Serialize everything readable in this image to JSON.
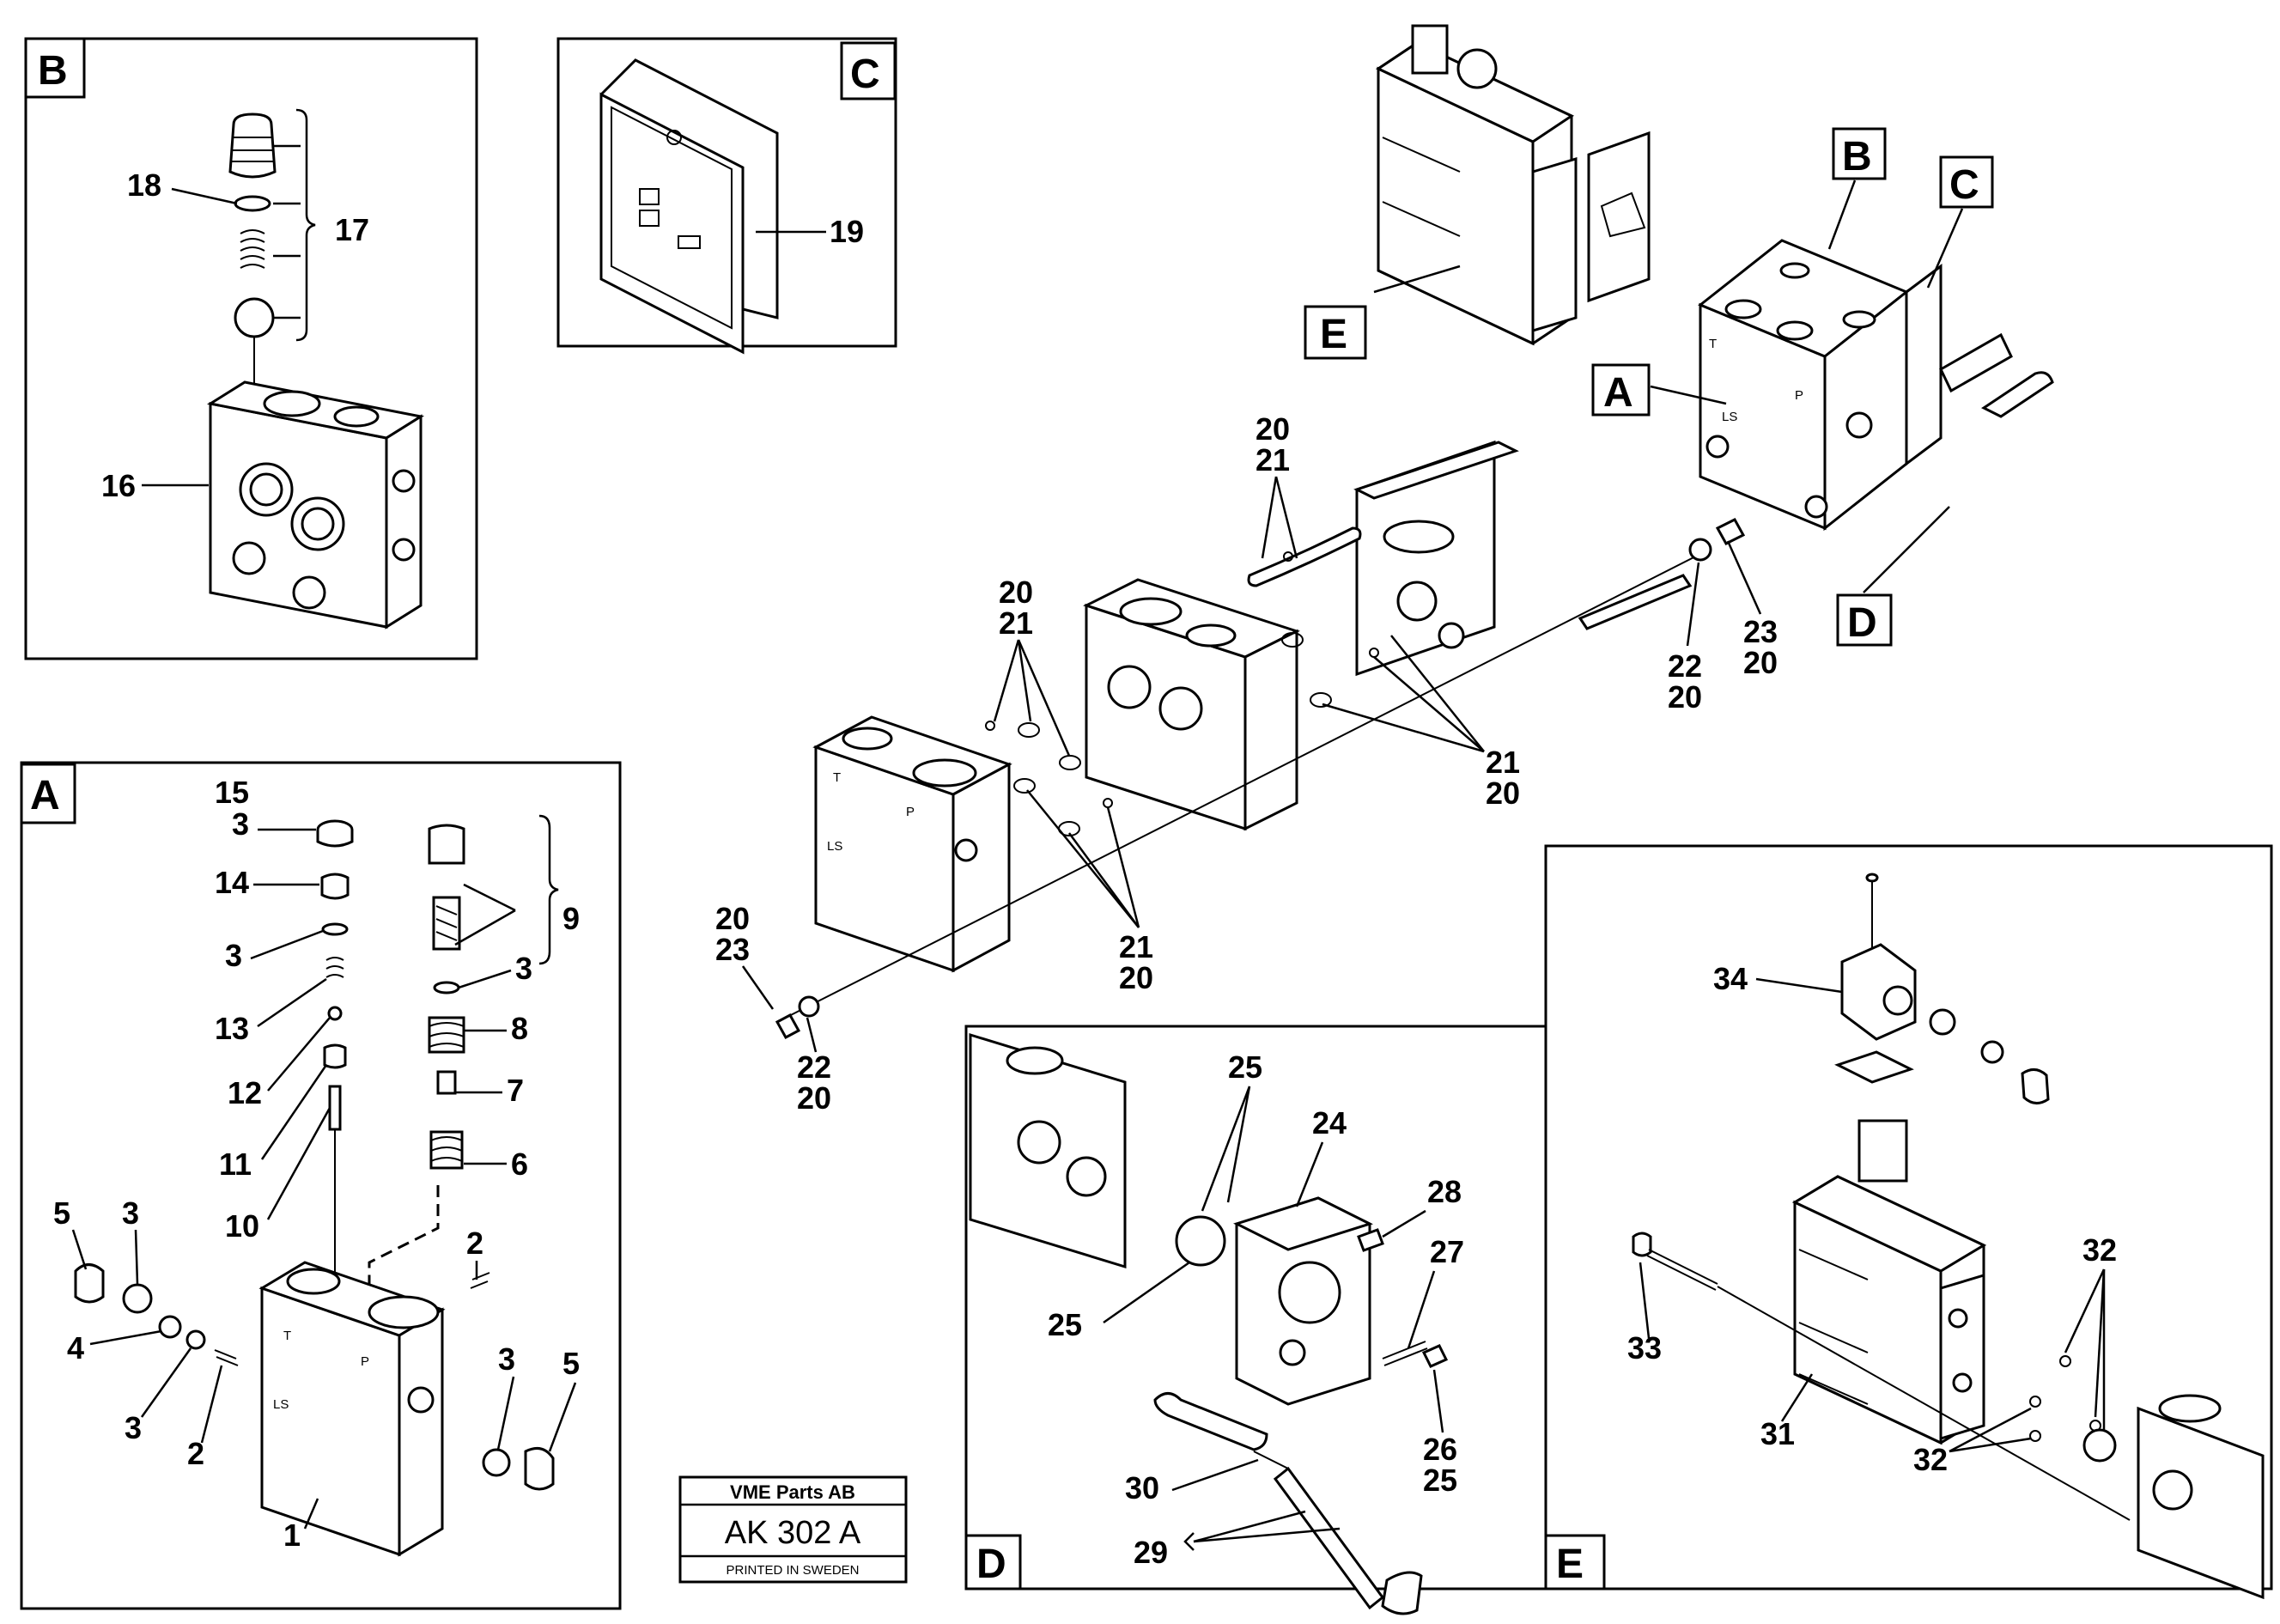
{
  "insets": {
    "B": {
      "letter": "B",
      "labels": [
        "18",
        "17",
        "16"
      ]
    },
    "C": {
      "letter": "C",
      "labels": [
        "19"
      ]
    },
    "A": {
      "letter": "A",
      "labels": [
        "15",
        "3",
        "14",
        "3",
        "13",
        "12",
        "11",
        "10",
        "9",
        "3",
        "8",
        "7",
        "6",
        "2",
        "5",
        "3",
        "4",
        "3",
        "2",
        "3",
        "5",
        "1"
      ]
    },
    "D": {
      "letter": "D",
      "labels": [
        "25",
        "24",
        "28",
        "25",
        "27",
        "26",
        "25",
        "30",
        "29"
      ]
    },
    "E": {
      "letter": "E",
      "labels": [
        "34",
        "32",
        "33",
        "31",
        "32"
      ]
    }
  },
  "main": {
    "pointers": [
      "E",
      "B",
      "C",
      "A",
      "D"
    ],
    "labels": {
      "l20_21_top": [
        "20",
        "21"
      ],
      "l20_21_left": [
        "20",
        "21"
      ],
      "l21_20_right": [
        "21",
        "20"
      ],
      "l21_20_low": [
        "21",
        "20"
      ],
      "l20_23": [
        "20",
        "23"
      ],
      "l22_20_left": [
        "22",
        "20"
      ],
      "l22_20_right": [
        "22",
        "20"
      ],
      "l23_20_right": [
        "23",
        "20"
      ]
    },
    "block_markings": {
      "t": "T",
      "p": "P",
      "ls": "LS"
    }
  },
  "stamp": {
    "company": "VME Parts AB",
    "code": "AK 302 A",
    "footer": "PRINTED IN SWEDEN"
  }
}
